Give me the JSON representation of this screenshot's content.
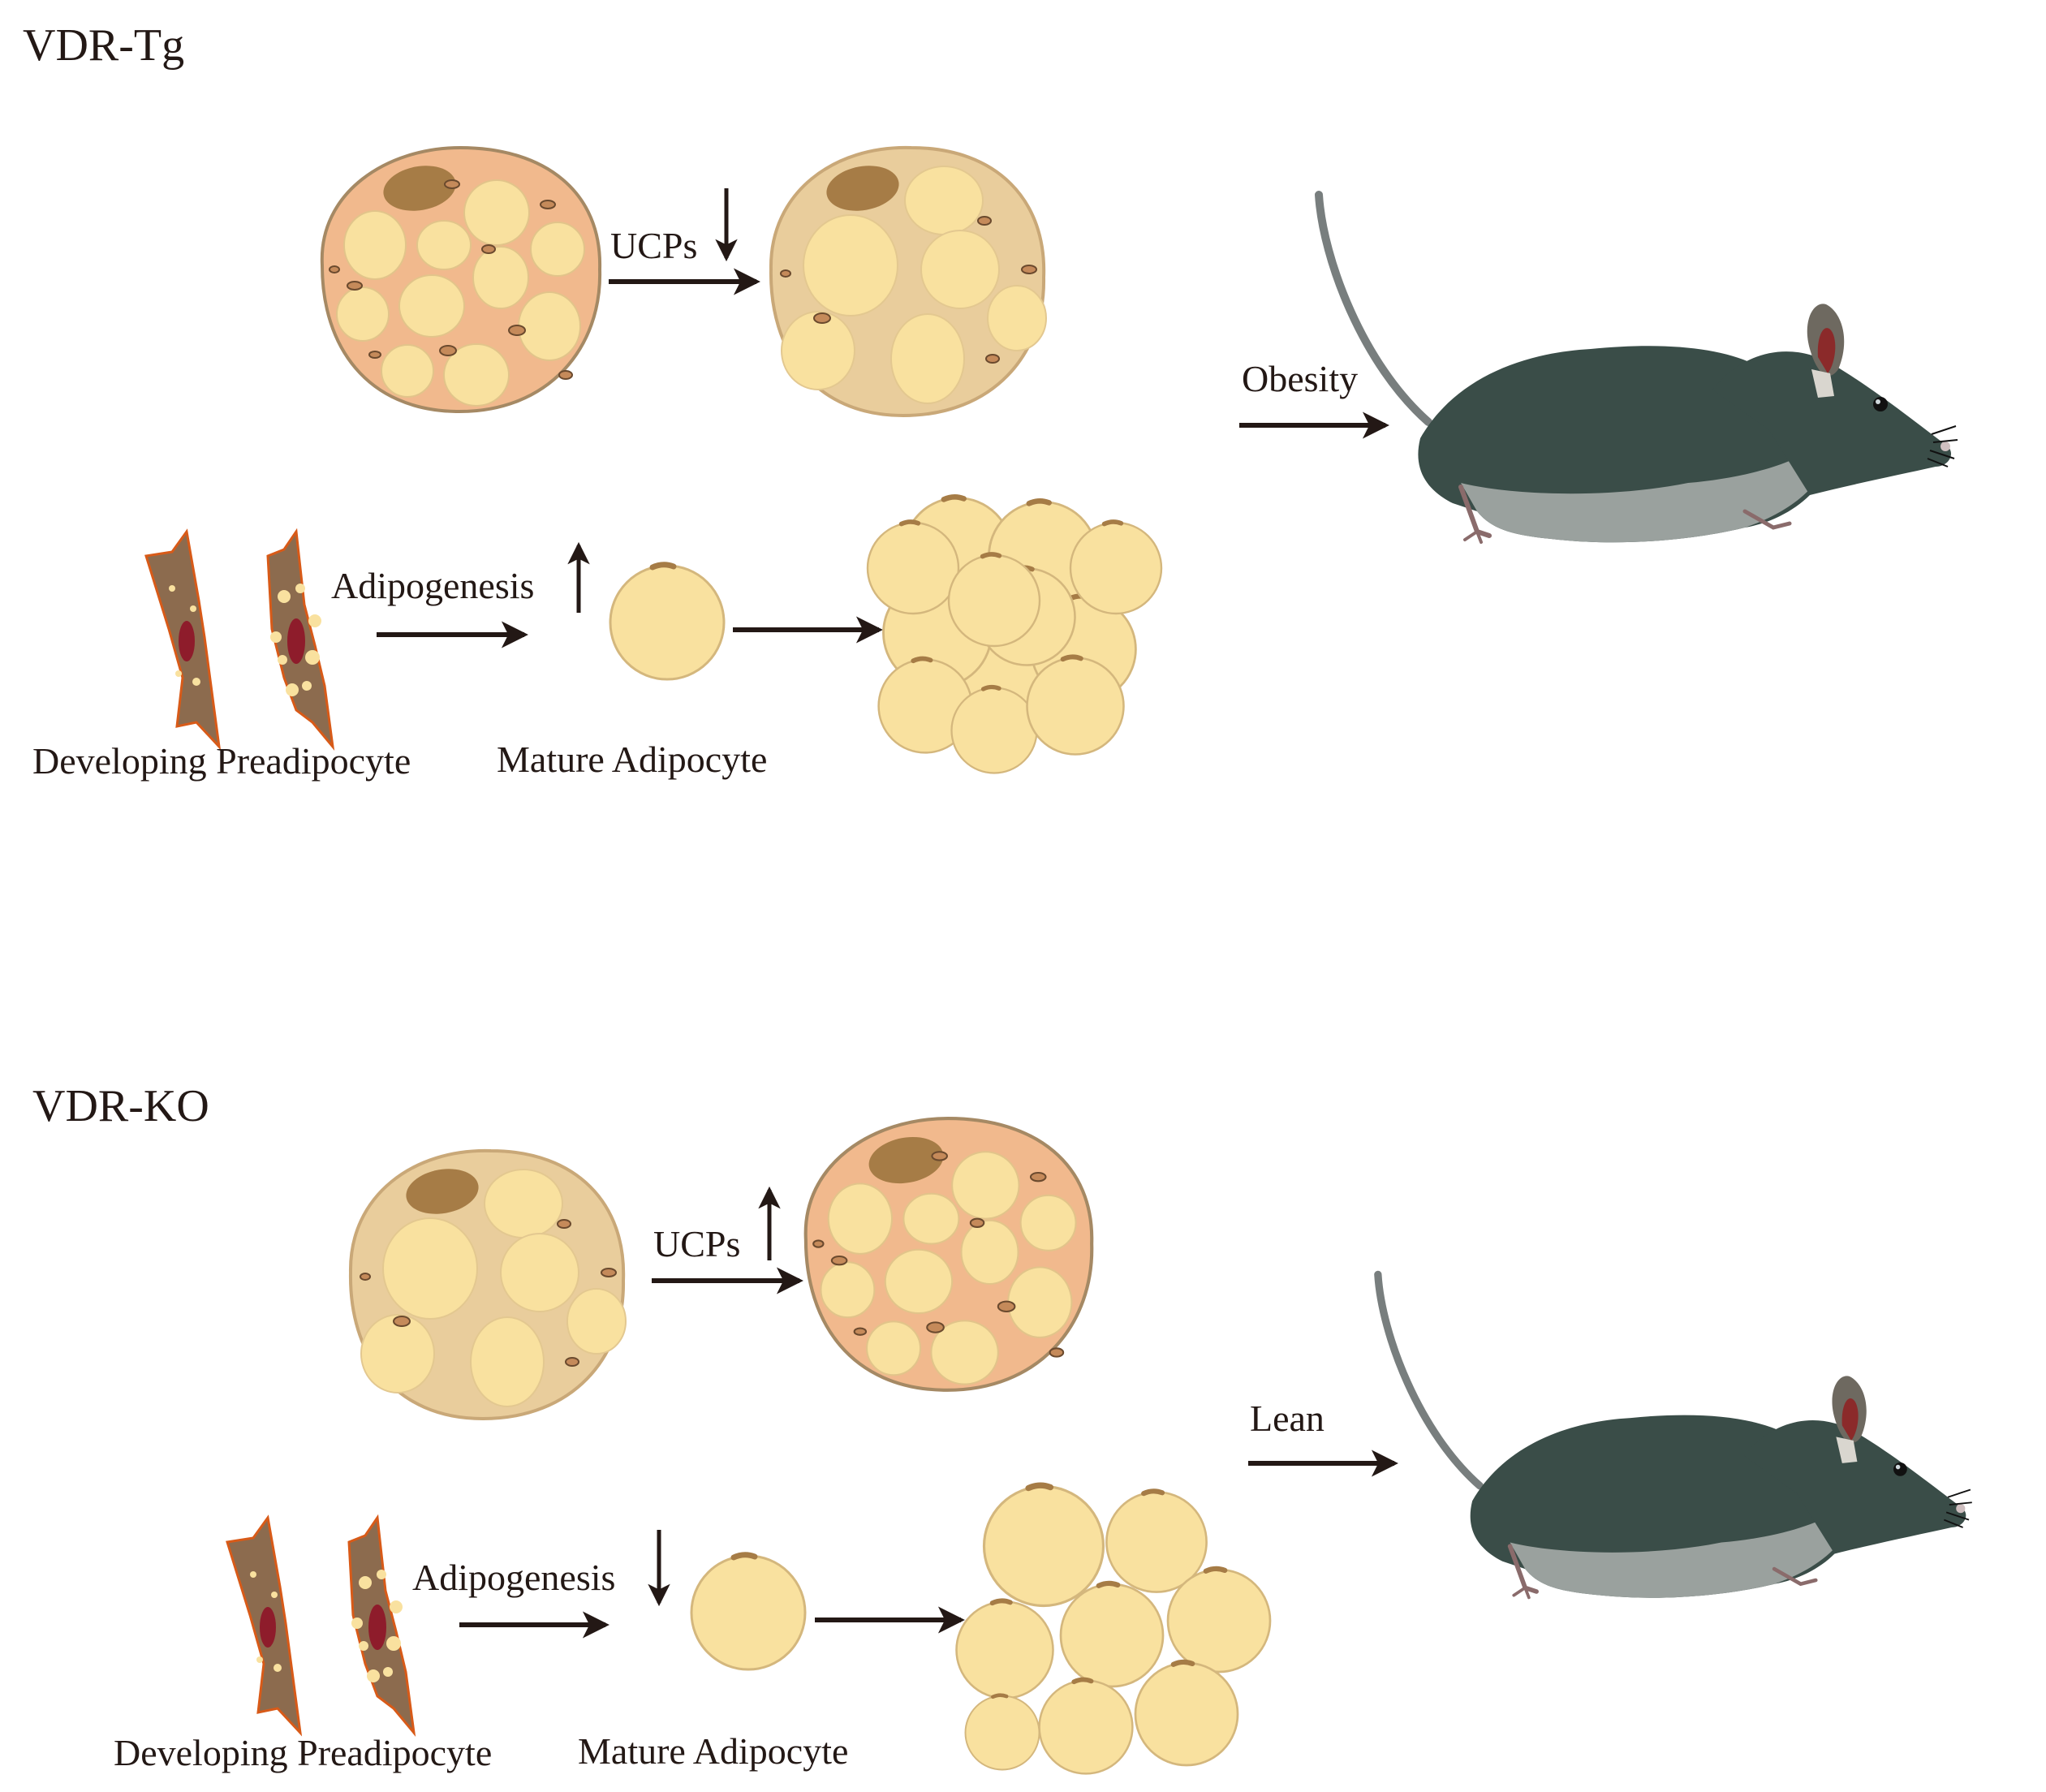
{
  "panels": {
    "top": {
      "title": "VDR-Tg",
      "ucps_label": "UCPs",
      "ucps_direction": "down",
      "adipogenesis_label": "Adipogenesis",
      "adipogenesis_direction": "up",
      "outcome_label": "Obesity",
      "preadipocyte_caption": "Developing Preadipocyte",
      "adipocyte_caption": "Mature Adipocyte"
    },
    "bottom": {
      "title": "VDR-KO",
      "ucps_label": "UCPs",
      "ucps_direction": "up",
      "adipogenesis_label": "Adipogenesis",
      "adipogenesis_direction": "down",
      "outcome_label": "Lean",
      "preadipocyte_caption": "Developing Preadipocyte",
      "adipocyte_caption": "Mature Adipocyte"
    }
  },
  "colors": {
    "arrow": "#231815",
    "brown_cell": "#f1b98d",
    "white_cell": "#e9cd9c",
    "lipid": "#f9e19f",
    "nucleus": "#a67c46",
    "mouse_body": "#3a4d48",
    "mouse_belly": "#9aa19e",
    "preadipocyte": "#8c6b4e",
    "preadipocyte_nucleus": "#8e1c2b"
  }
}
